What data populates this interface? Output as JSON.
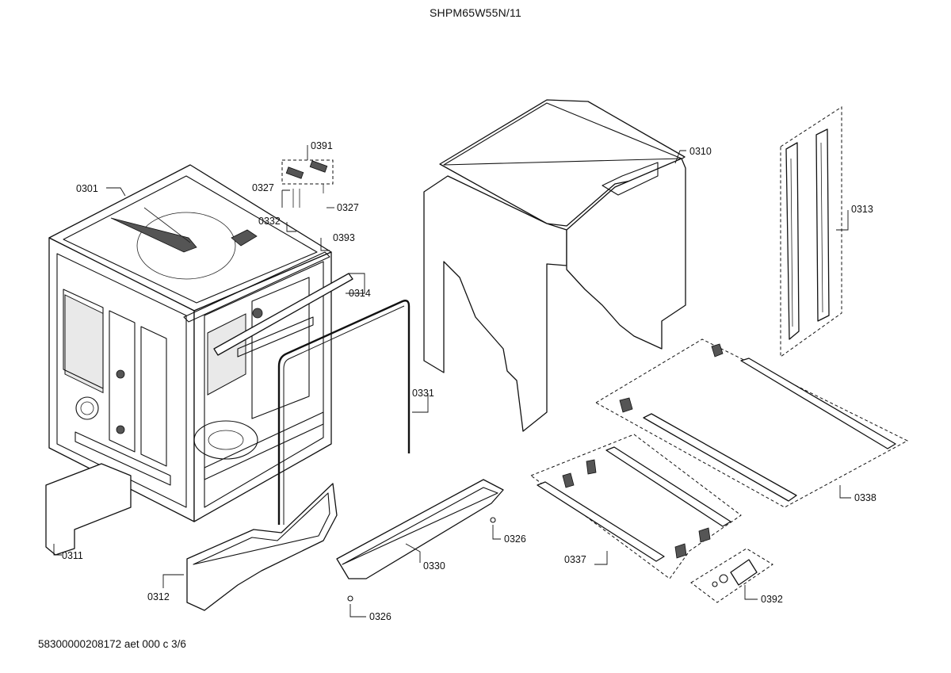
{
  "header": {
    "title": "SHPM65W55N/11"
  },
  "footer": {
    "code": "58300000208172 aet 000 c 3/6"
  },
  "parts": {
    "p0301": "0301",
    "p0310": "0310",
    "p0311": "0311",
    "p0312": "0312",
    "p0313": "0313",
    "p0314": "0314",
    "p0326a": "0326",
    "p0326b": "0326",
    "p0327a": "0327",
    "p0327b": "0327",
    "p0330": "0330",
    "p0331": "0331",
    "p0332": "0332",
    "p0337": "0337",
    "p0338": "0338",
    "p0391": "0391",
    "p0392": "0392",
    "p0393": "0393"
  }
}
